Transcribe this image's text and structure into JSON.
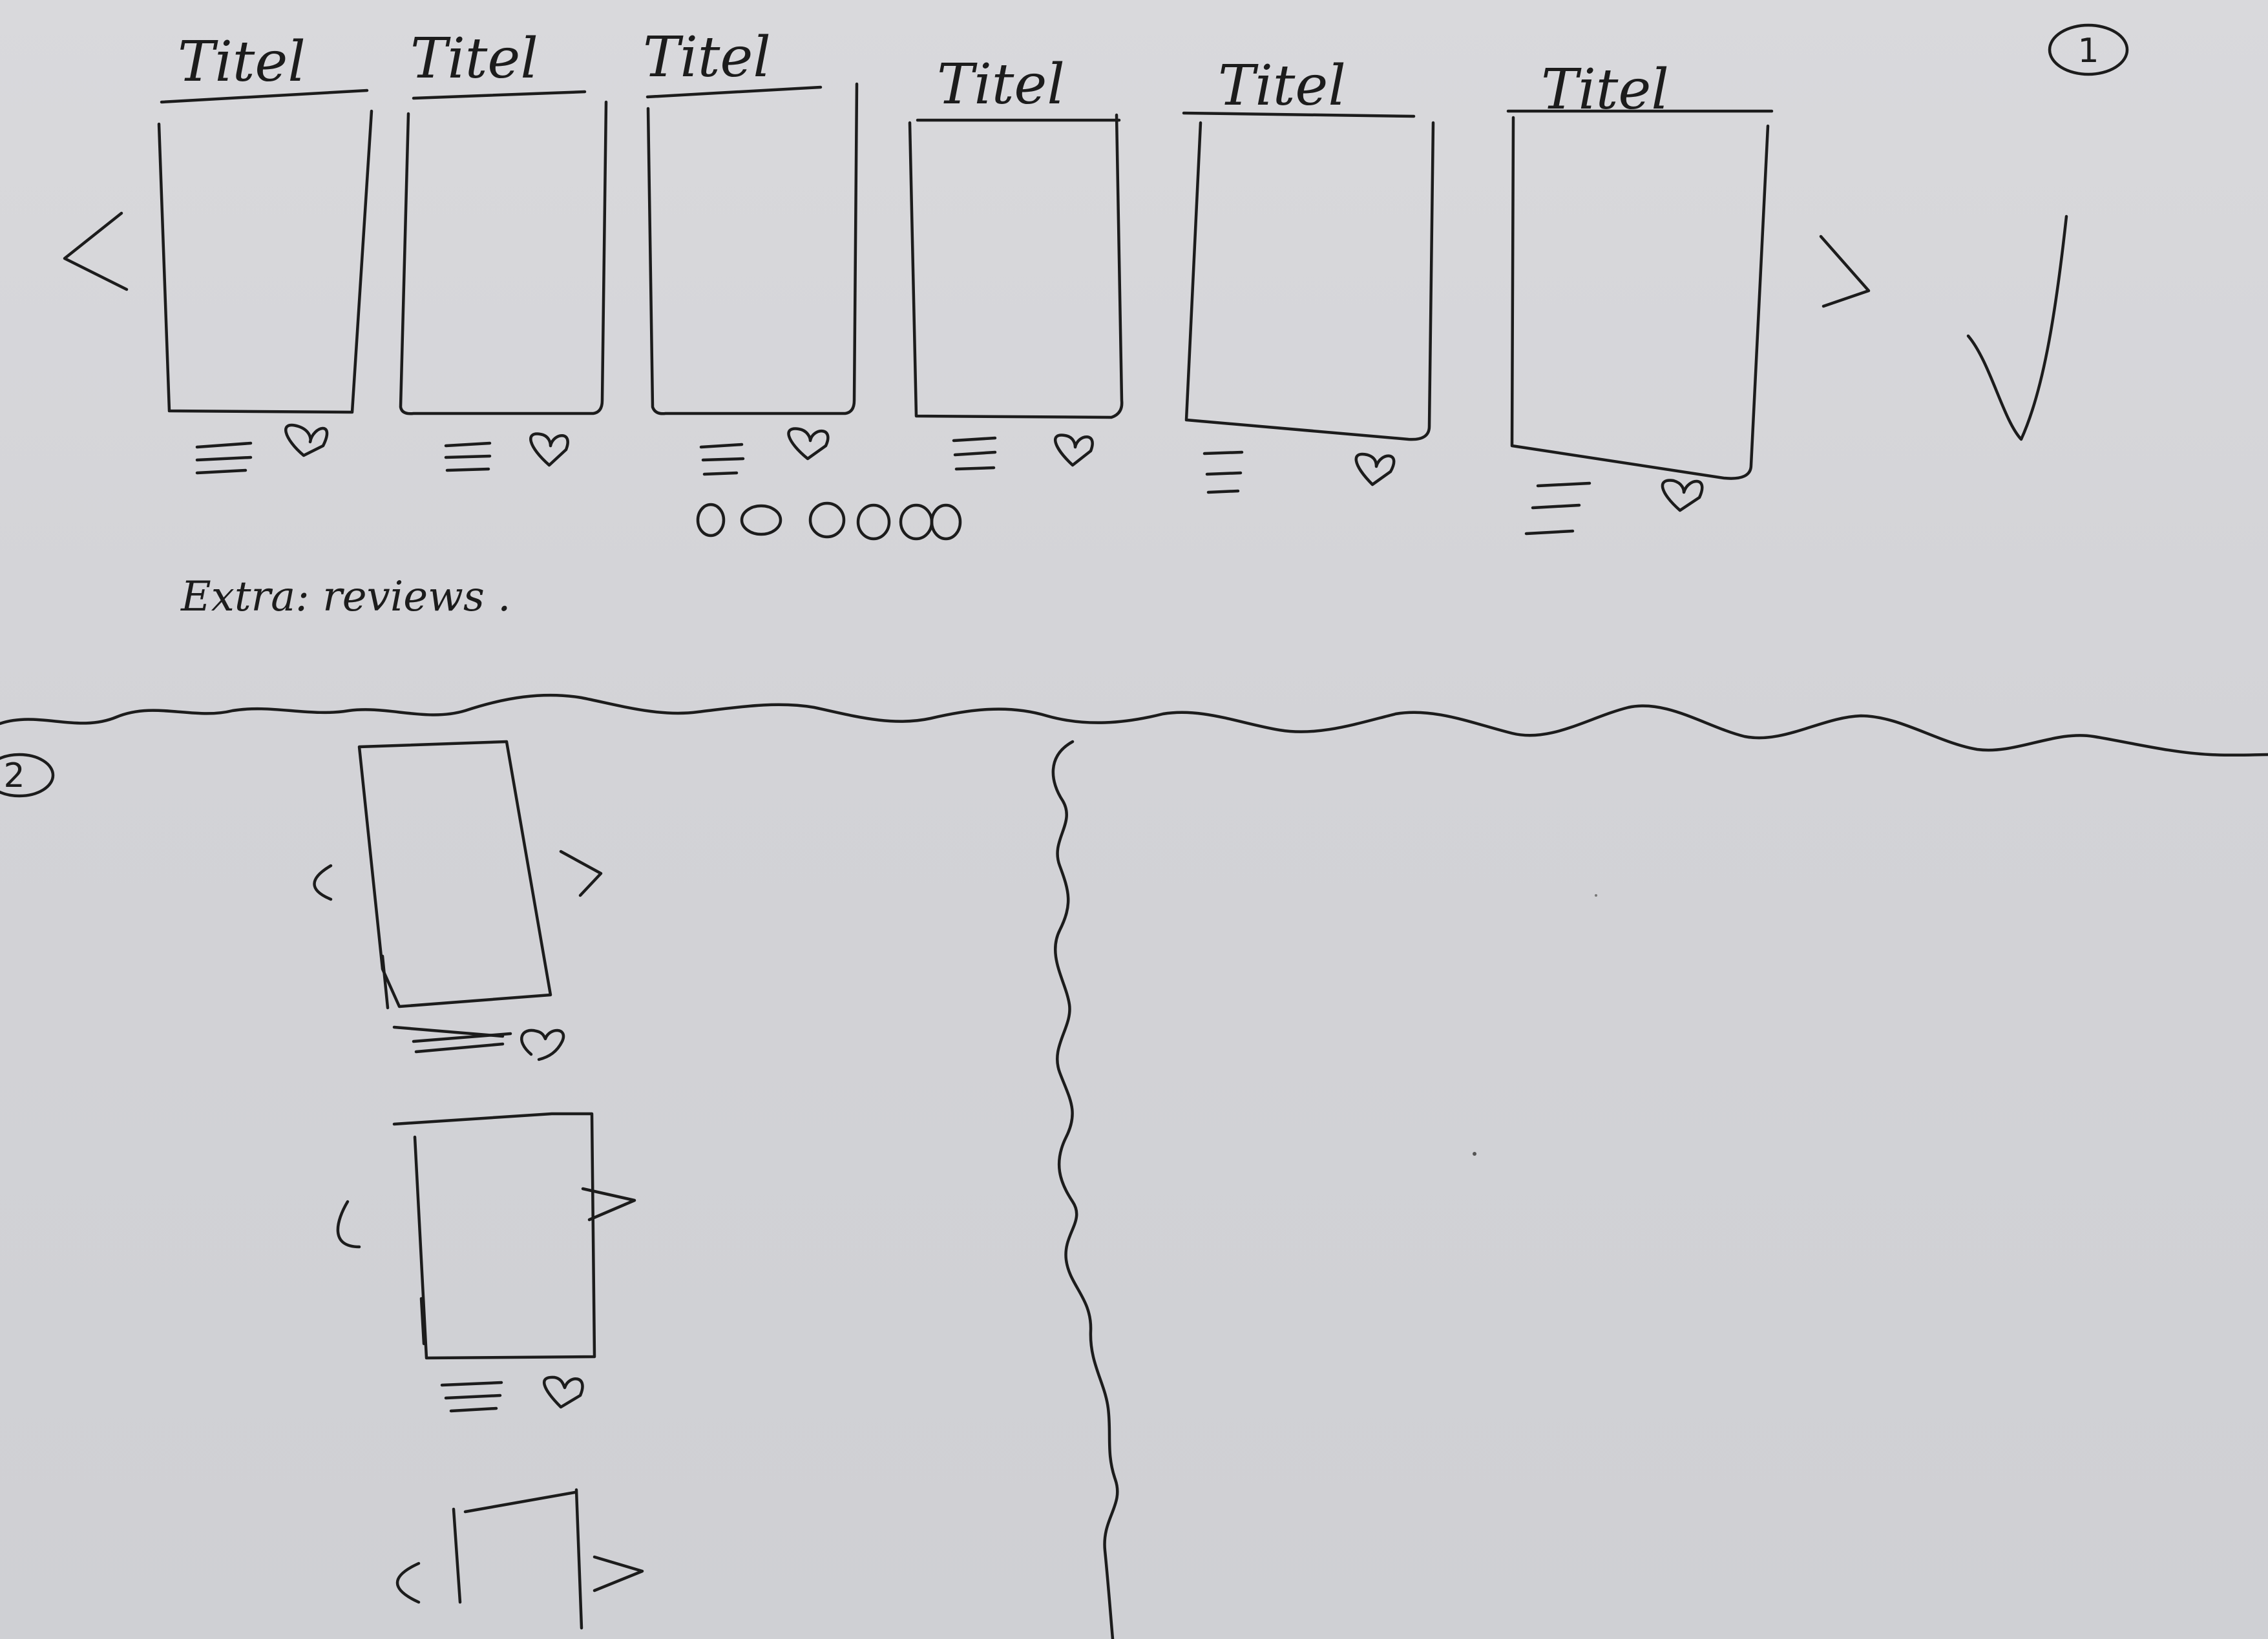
{
  "section1": {
    "marker": "1",
    "cards": [
      {
        "title": "Titel"
      },
      {
        "title": "Titel"
      },
      {
        "title": "Titel"
      },
      {
        "title": "Titel"
      },
      {
        "title": "Titel"
      },
      {
        "title": "Titel"
      }
    ],
    "extra_note": "Extra: reviews ."
  },
  "section2": {
    "marker": "2"
  },
  "icons": {
    "prev": "chevron-left-icon",
    "next": "chevron-right-icon",
    "menu": "menu-lines-icon",
    "like": "heart-icon",
    "collapse": "chevron-down-icon",
    "rating": "circle-outline-icon"
  }
}
